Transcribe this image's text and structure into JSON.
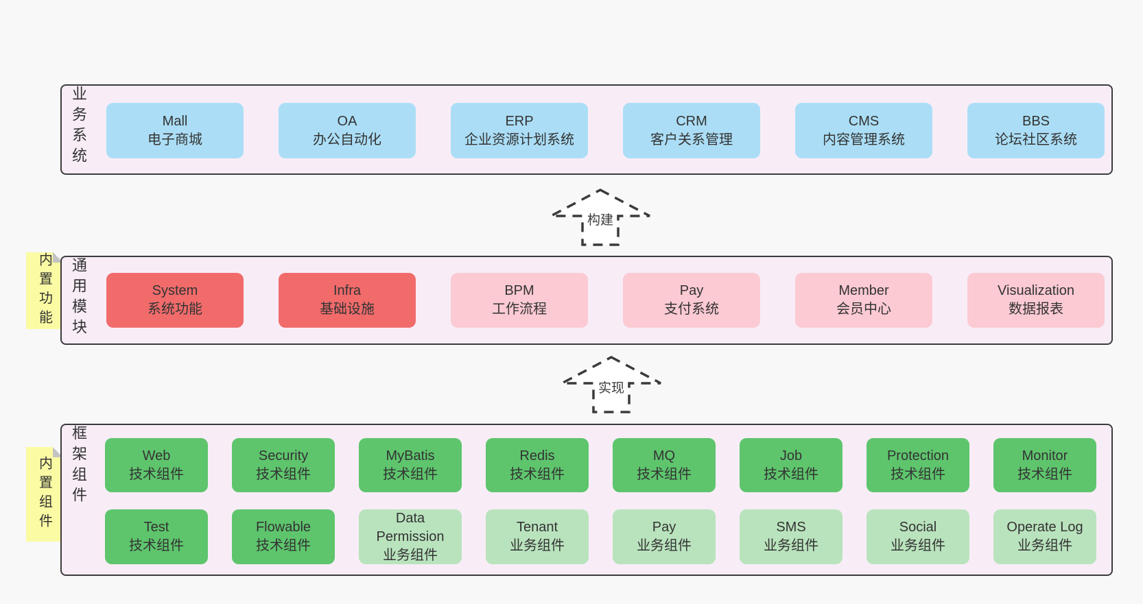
{
  "colors": {
    "page_bg": "#f8f8f8",
    "panel_fill": "#f8edf7",
    "panel_border": "#3b3b3b",
    "box_blue": "#abdef6",
    "box_red": "#f16b6b",
    "box_pink": "#fbcad3",
    "box_green": "#5ec56d",
    "box_green_light": "#b9e3bd",
    "note_yellow": "#fbfba4",
    "note_fold": "#c3c3c3",
    "text": "#333333"
  },
  "arrows": [
    {
      "label": "构建"
    },
    {
      "label": "实现"
    }
  ],
  "layers": [
    {
      "label": "业务系统",
      "boxes": [
        {
          "title": "Mall",
          "subtitle": "电子商城"
        },
        {
          "title": "OA",
          "subtitle": "办公自动化"
        },
        {
          "title": "ERP",
          "subtitle": "企业资源计划系统"
        },
        {
          "title": "CRM",
          "subtitle": "客户关系管理"
        },
        {
          "title": "CMS",
          "subtitle": "内容管理系统"
        },
        {
          "title": "BBS",
          "subtitle": "论坛社区系统"
        }
      ]
    },
    {
      "label": "通用模块",
      "note": "内置功能",
      "boxes": [
        {
          "title": "System",
          "subtitle": "系统功能"
        },
        {
          "title": "Infra",
          "subtitle": "基础设施"
        },
        {
          "title": "BPM",
          "subtitle": "工作流程"
        },
        {
          "title": "Pay",
          "subtitle": "支付系统"
        },
        {
          "title": "Member",
          "subtitle": "会员中心"
        },
        {
          "title": "Visualization",
          "subtitle": "数据报表"
        }
      ]
    },
    {
      "label": "框架组件",
      "note": "内置组件",
      "rows": [
        [
          {
            "title": "Web",
            "subtitle": "技术组件"
          },
          {
            "title": "Security",
            "subtitle": "技术组件"
          },
          {
            "title": "MyBatis",
            "subtitle": "技术组件"
          },
          {
            "title": "Redis",
            "subtitle": "技术组件"
          },
          {
            "title": "MQ",
            "subtitle": "技术组件"
          },
          {
            "title": "Job",
            "subtitle": "技术组件"
          },
          {
            "title": "Protection",
            "subtitle": "技术组件"
          },
          {
            "title": "Monitor",
            "subtitle": "技术组件"
          }
        ],
        [
          {
            "title": "Test",
            "subtitle": "技术组件"
          },
          {
            "title": "Flowable",
            "subtitle": "技术组件"
          },
          {
            "title": "Data Permission",
            "subtitle": "业务组件"
          },
          {
            "title": "Tenant",
            "subtitle": "业务组件"
          },
          {
            "title": "Pay",
            "subtitle": "业务组件"
          },
          {
            "title": "SMS",
            "subtitle": "业务组件"
          },
          {
            "title": "Social",
            "subtitle": "业务组件"
          },
          {
            "title": "Operate Log",
            "subtitle": "业务组件"
          }
        ]
      ]
    }
  ]
}
